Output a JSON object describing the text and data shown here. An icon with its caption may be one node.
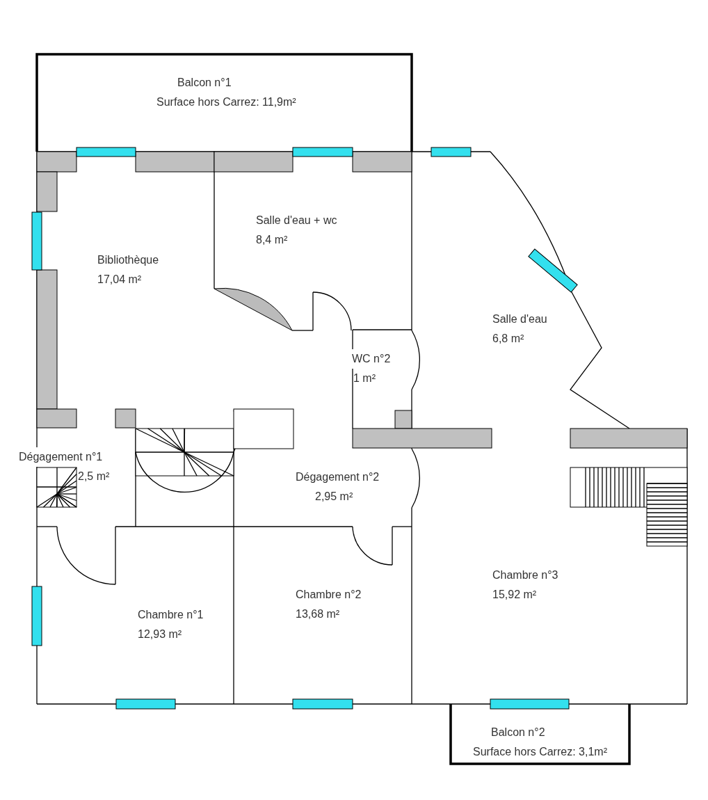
{
  "diagram": {
    "nodes": [
      {
        "text": [
          "Balcon n°1",
          "Surface hors Carrez: 11,9m²"
        ]
      },
      {
        "text": [
          "Salle d'eau + wc",
          "8,4 m²"
        ]
      },
      {
        "text": [
          "Bibliothèque",
          "17,04 m²"
        ]
      },
      {
        "text": [
          "Salle d'eau",
          "6,8 m²"
        ]
      },
      {
        "text": [
          "WC n°2",
          "1 m²"
        ]
      },
      {
        "text": [
          "Dégagement n°1",
          "2,5 m²"
        ]
      },
      {
        "text": [
          "Dégagement n°2",
          "2,95 m²"
        ]
      },
      {
        "text": [
          "Chambre n°3",
          "15,92 m²"
        ]
      },
      {
        "text": [
          "Chambre n°2",
          "13,68 m²"
        ]
      },
      {
        "text": [
          "Chambre n°1",
          "12,93 m²"
        ]
      },
      {
        "text": [
          "Balcon n°2",
          "Surface hors Carrez: 3,1m²"
        ]
      }
    ]
  }
}
